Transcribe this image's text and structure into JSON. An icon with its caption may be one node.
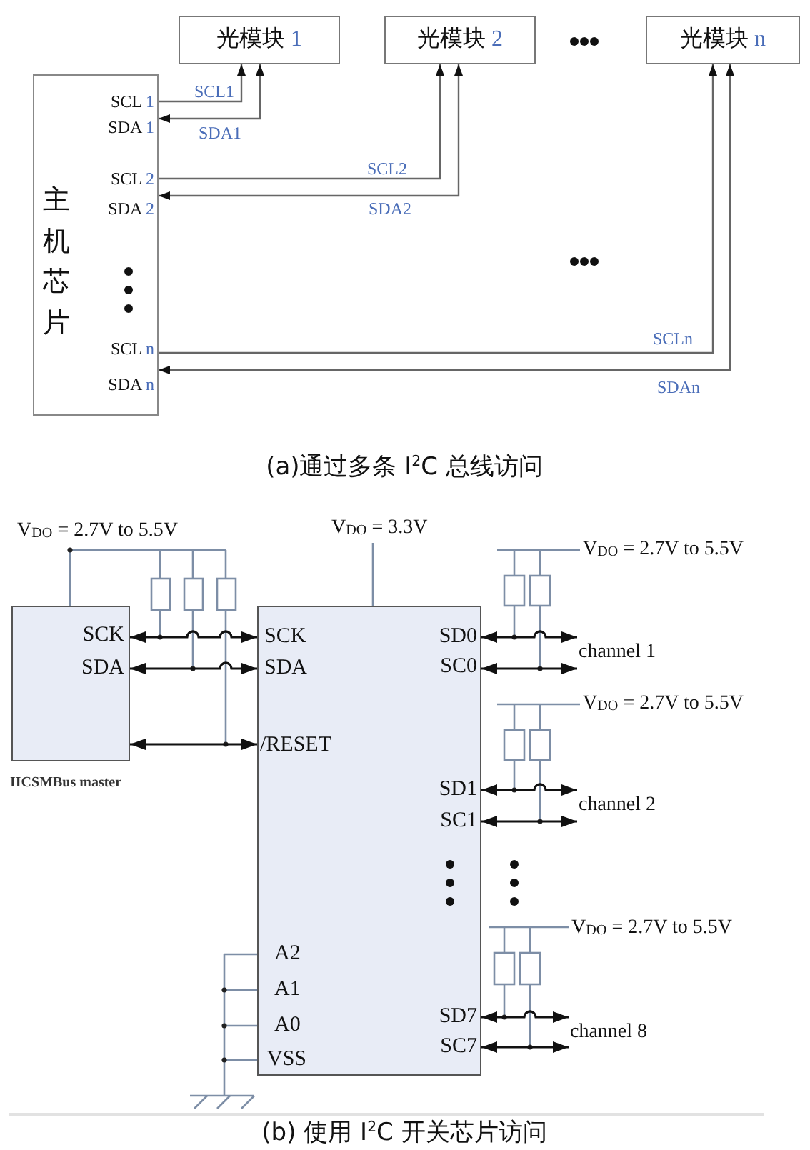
{
  "diagram": {
    "nodes": [
      {
        "text": [
          "光模块 1"
        ]
      },
      {
        "text": [
          "光模块 2"
        ]
      },
      {
        "text": [
          "光模块 n"
        ]
      },
      {
        "text": [
          "主机芯片",
          "SCL 1",
          "SDA 1",
          "SCL 2",
          "SDA 2",
          "SCL n",
          "SDA n"
        ]
      },
      {
        "text": [
          "SCK",
          "SDA"
        ],
        "beside": [
          "IICSMBus master"
        ]
      },
      {
        "text": [
          "SCK",
          "SDA",
          "/RESET",
          "A2",
          "A1",
          "A0",
          "VSS",
          "SD0",
          "SC0",
          "SD1",
          "SC1",
          "SD7",
          "SC7"
        ]
      },
      {
        "text": [
          "channel 1"
        ]
      },
      {
        "text": [
          "channel 2"
        ]
      },
      {
        "text": [
          "channel 8"
        ]
      }
    ],
    "edges": [
      {
        "from": 3,
        "to": 0,
        "arrow": "to",
        "label": "SCL1",
        "color": "#666666"
      },
      {
        "from": 3,
        "to": 0,
        "arrow": "both",
        "label": "SDA1",
        "color": "#666666"
      },
      {
        "from": 3,
        "to": 1,
        "arrow": "to",
        "label": "SCL2",
        "color": "#666666"
      },
      {
        "from": 3,
        "to": 1,
        "arrow": "both",
        "label": "SDA2",
        "color": "#666666"
      },
      {
        "from": 3,
        "to": 2,
        "arrow": "to",
        "label": "SCLn",
        "color": "#666666"
      },
      {
        "from": 3,
        "to": 2,
        "arrow": "both",
        "label": "SDAn",
        "color": "#666666"
      },
      {
        "from": 4,
        "to": 5,
        "arrow": "both"
      },
      {
        "from": 4,
        "to": 5,
        "arrow": "both"
      },
      {
        "from": 4,
        "to": 5,
        "arrow": "both"
      },
      {
        "from": 5,
        "to": 6,
        "arrow": "both"
      },
      {
        "from": 5,
        "to": 6,
        "arrow": "both"
      },
      {
        "from": 5,
        "to": 7,
        "arrow": "both"
      },
      {
        "from": 5,
        "to": 7,
        "arrow": "both"
      },
      {
        "from": 5,
        "to": 8,
        "arrow": "both"
      },
      {
        "from": 5,
        "to": 8,
        "arrow": "both"
      }
    ],
    "labels": [
      "(a)通过多条 I$^{2}$C 总线访问",
      "V$_{DO}$ = 2.7V to 5.5V",
      "V$_{DO}$ = 3.3V",
      "V$_{DO}$ = 2.7V to 5.5V",
      "V$_{DO}$ = 2.7V to 5.5V",
      "V$_{DO}$ = 2.7V to 5.5V",
      "(b) 使用 I$^{2}$C 开关芯片访问"
    ]
  }
}
